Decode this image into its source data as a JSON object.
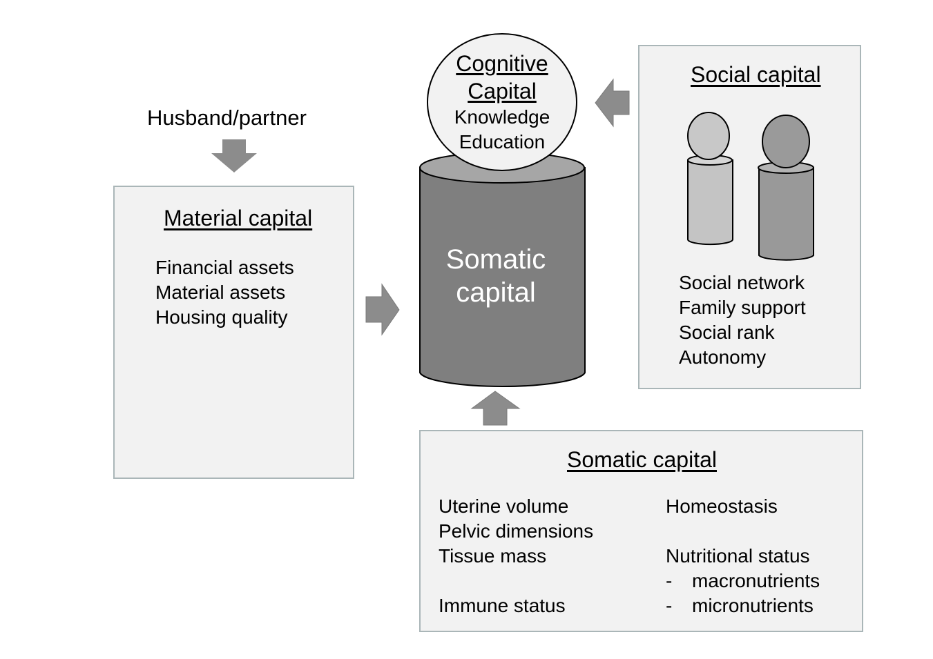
{
  "husband_label": "Husband/partner",
  "material": {
    "title": "Material capital",
    "items": [
      "Financial assets",
      "Material assets",
      "Housing quality"
    ]
  },
  "cognitive": {
    "title_line1": "Cognitive",
    "title_line2": "Capital",
    "items": [
      "Knowledge",
      "Education"
    ]
  },
  "center": {
    "line1": "Somatic",
    "line2": "capital"
  },
  "social": {
    "title": "Social capital",
    "items": [
      "Social network",
      "Family support",
      "Social rank",
      "Autonomy"
    ]
  },
  "somatic": {
    "title": "Somatic capital",
    "left_items": [
      "Uterine volume",
      "Pelvic dimensions",
      "Tissue mass",
      "Immune status"
    ],
    "right_items": [
      "Homeostasis",
      "Nutritional status"
    ],
    "subitems": [
      "macronutrients",
      "micronutrients"
    ],
    "bullet": "-"
  },
  "colors": {
    "panel_fill": "#f2f2f2",
    "panel_border": "#aab6b8",
    "arrow": "#8c8c8c",
    "cylinder": "#7f7f7f",
    "box": "#2b2b2b"
  }
}
